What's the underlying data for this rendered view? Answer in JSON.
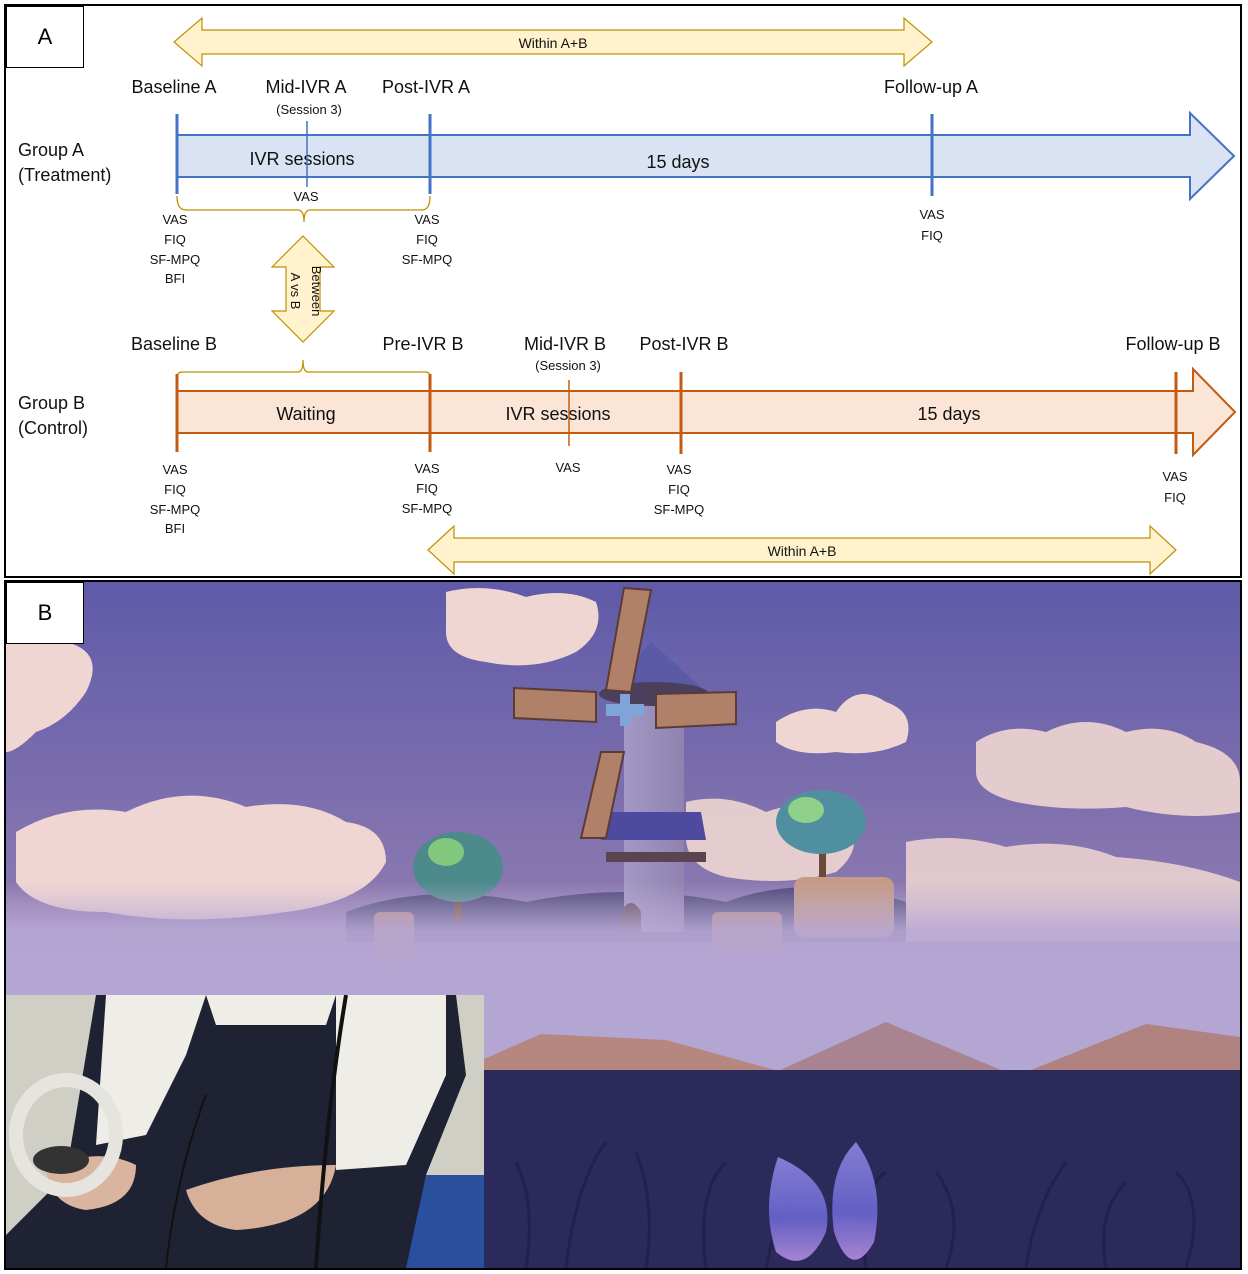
{
  "panel_a": {
    "label": "A",
    "within_top": "Within A+B",
    "within_bottom": "Within A+B",
    "between": {
      "line1": "Between",
      "line2": "A vs B"
    },
    "group_a": {
      "name_line1": "Group A",
      "name_line2": "(Treatment)",
      "color": "#4472c4",
      "fill": "#dae3f3",
      "segments": [
        "IVR sessions",
        "15 days"
      ],
      "timepoints": [
        {
          "title": "Baseline A",
          "subtitle": "",
          "measures": [
            "VAS",
            "FIQ",
            "SF-MPQ",
            "BFI"
          ]
        },
        {
          "title": "Mid-IVR A",
          "subtitle": "(Session 3)",
          "measures": [
            "VAS"
          ]
        },
        {
          "title": "Post-IVR A",
          "subtitle": "",
          "measures": [
            "VAS",
            "FIQ",
            "SF-MPQ"
          ]
        },
        {
          "title": "Follow-up A",
          "subtitle": "",
          "measures": [
            "VAS",
            "FIQ"
          ]
        }
      ]
    },
    "group_b": {
      "name_line1": "Group B",
      "name_line2": "(Control)",
      "color": "#c55a11",
      "fill": "#fbe5d6",
      "segments": [
        "Waiting",
        "IVR sessions",
        "15 days"
      ],
      "timepoints": [
        {
          "title": "Baseline B",
          "subtitle": "",
          "measures": [
            "VAS",
            "FIQ",
            "SF-MPQ",
            "BFI"
          ]
        },
        {
          "title": "Pre-IVR B",
          "subtitle": "",
          "measures": [
            "VAS",
            "FIQ",
            "SF-MPQ"
          ]
        },
        {
          "title": "Mid-IVR B",
          "subtitle": "(Session 3)",
          "measures": [
            "VAS"
          ]
        },
        {
          "title": "Post-IVR B",
          "subtitle": "",
          "measures": [
            "VAS",
            "FIQ",
            "SF-MPQ"
          ]
        },
        {
          "title": "Follow-up B",
          "subtitle": "",
          "measures": [
            "VAS",
            "FIQ"
          ]
        }
      ]
    },
    "comparison_arrow_fill": "#fff2cc",
    "comparison_arrow_stroke": "#bf9000"
  },
  "panel_b": {
    "label": "B",
    "scene_description": "Virtual reality environment: windmill on a hill with clouds, fog and grass field at dusk",
    "inset_description": "Participant seated holding a VR controller with wrist sensors"
  }
}
